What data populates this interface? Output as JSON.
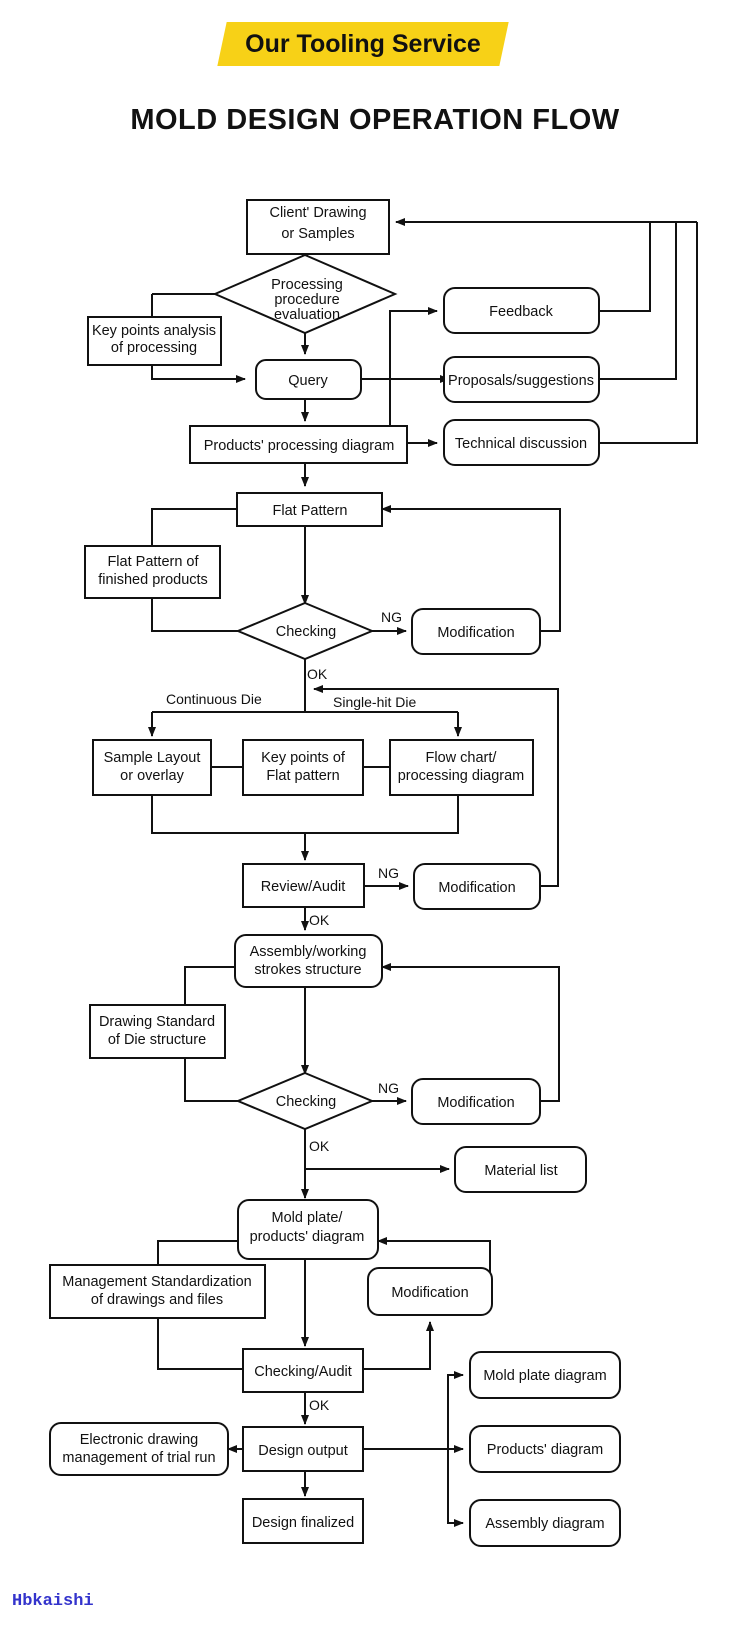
{
  "banner": {
    "label": "Our Tooling Service",
    "color": "#F7D117"
  },
  "title": "MOLD DESIGN OPERATION FLOW",
  "watermark": "Hbkaishi",
  "chart_data": {
    "type": "diagram",
    "title": "MOLD DESIGN OPERATION FLOW",
    "nodes": [
      {
        "id": "client",
        "label": "Client' Drawing\nor Samples",
        "shape": "rect"
      },
      {
        "id": "eval",
        "label": "Processing\nprocedure\nevaluation",
        "shape": "diamond"
      },
      {
        "id": "keypoints",
        "label": "Key points analysis\nof processing",
        "shape": "rect"
      },
      {
        "id": "query",
        "label": "Query",
        "shape": "rounded"
      },
      {
        "id": "feedback",
        "label": "Feedback",
        "shape": "rounded"
      },
      {
        "id": "proposals",
        "label": "Proposals/suggestions",
        "shape": "rounded"
      },
      {
        "id": "techdisc",
        "label": "Technical discussion",
        "shape": "rounded"
      },
      {
        "id": "prodproc",
        "label": "Products' processing diagram",
        "shape": "rect"
      },
      {
        "id": "flatpattern",
        "label": "Flat Pattern",
        "shape": "rect"
      },
      {
        "id": "flatfinished",
        "label": "Flat Pattern of\nfinished products",
        "shape": "rect"
      },
      {
        "id": "check1",
        "label": "Checking",
        "shape": "diamond"
      },
      {
        "id": "mod1",
        "label": "Modification",
        "shape": "rounded"
      },
      {
        "id": "sample",
        "label": "Sample Layout\nor overlay",
        "shape": "rect"
      },
      {
        "id": "keyflat",
        "label": "Key points of\nFlat pattern",
        "shape": "rect"
      },
      {
        "id": "flowchart",
        "label": "Flow chart/\nprocessing diagram",
        "shape": "rect"
      },
      {
        "id": "review",
        "label": "Review/Audit",
        "shape": "rect"
      },
      {
        "id": "mod2",
        "label": "Modification",
        "shape": "rounded"
      },
      {
        "id": "assembly",
        "label": "Assembly/working\nstrokes structure",
        "shape": "rounded"
      },
      {
        "id": "drawstd",
        "label": "Drawing Standard\nof Die structure",
        "shape": "rect"
      },
      {
        "id": "check2",
        "label": "Checking",
        "shape": "diamond"
      },
      {
        "id": "mod3",
        "label": "Modification",
        "shape": "rounded"
      },
      {
        "id": "material",
        "label": "Material list",
        "shape": "rounded"
      },
      {
        "id": "moldplate",
        "label": "Mold plate/\nproducts' diagram",
        "shape": "rounded"
      },
      {
        "id": "mgmtstd",
        "label": "Management Standardization\nof drawings and files",
        "shape": "rect"
      },
      {
        "id": "mod4",
        "label": "Modification",
        "shape": "rounded"
      },
      {
        "id": "checkaudit",
        "label": "Checking/Audit",
        "shape": "rect"
      },
      {
        "id": "electronic",
        "label": "Electronic drawing\nmanagement of trial run",
        "shape": "rounded"
      },
      {
        "id": "designout",
        "label": "Design output",
        "shape": "rect"
      },
      {
        "id": "designfinal",
        "label": "Design finalized",
        "shape": "rect"
      },
      {
        "id": "moldplatedia",
        "label": "Mold plate diagram",
        "shape": "rounded"
      },
      {
        "id": "prodsdia",
        "label": "Products' diagram",
        "shape": "rounded"
      },
      {
        "id": "assemblydia",
        "label": "Assembly diagram",
        "shape": "rounded"
      }
    ],
    "edge_labels": [
      {
        "id": "ng1",
        "text": "NG"
      },
      {
        "id": "ok1",
        "text": "OK"
      },
      {
        "id": "cont",
        "text": "Continuous Die"
      },
      {
        "id": "single",
        "text": "Single-hit Die"
      },
      {
        "id": "ng2",
        "text": "NG"
      },
      {
        "id": "ok2",
        "text": "OK"
      },
      {
        "id": "ng3",
        "text": "NG"
      },
      {
        "id": "ok3",
        "text": "OK"
      },
      {
        "id": "ok4",
        "text": "OK"
      }
    ]
  }
}
